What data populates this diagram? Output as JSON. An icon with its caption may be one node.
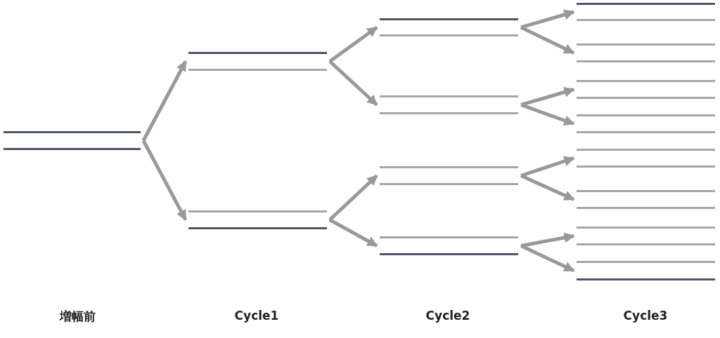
{
  "diagram": {
    "nodes": [
      {
        "text": [],
        "shape": "bar"
      },
      {
        "text": [],
        "shape": "bar"
      },
      {
        "text": [],
        "shape": "bar"
      },
      {
        "text": [],
        "shape": "bar"
      },
      {
        "text": [],
        "shape": "bar"
      },
      {
        "text": [],
        "shape": "bar"
      },
      {
        "text": [],
        "shape": "bar"
      },
      {
        "text": [],
        "shape": "bar"
      },
      {
        "text": [],
        "shape": "bar"
      },
      {
        "text": [],
        "shape": "bar"
      },
      {
        "text": [],
        "shape": "bar"
      },
      {
        "text": [],
        "shape": "bar"
      },
      {
        "text": [],
        "shape": "bar"
      },
      {
        "text": [],
        "shape": "bar"
      },
      {
        "text": [],
        "shape": "bar"
      }
    ],
    "edges": [
      {
        "from": 0,
        "to": 1,
        "arrow": "to"
      },
      {
        "from": 0,
        "to": 2,
        "arrow": "to"
      },
      {
        "from": 1,
        "to": 3,
        "arrow": "to"
      },
      {
        "from": 1,
        "to": 4,
        "arrow": "to"
      },
      {
        "from": 2,
        "to": 5,
        "arrow": "to"
      },
      {
        "from": 2,
        "to": 6,
        "arrow": "to"
      },
      {
        "from": 3,
        "to": 7,
        "arrow": "to"
      },
      {
        "from": 3,
        "to": 8,
        "arrow": "to"
      },
      {
        "from": 4,
        "to": 9,
        "arrow": "to"
      },
      {
        "from": 4,
        "to": 10,
        "arrow": "to"
      },
      {
        "from": 5,
        "to": 11,
        "arrow": "to"
      },
      {
        "from": 5,
        "to": 12,
        "arrow": "to"
      },
      {
        "from": 6,
        "to": 13,
        "arrow": "to"
      },
      {
        "from": 6,
        "to": 14,
        "arrow": "to"
      }
    ],
    "labels": [
      "増幅前",
      "Cycle1",
      "Cycle2",
      "Cycle3"
    ]
  }
}
